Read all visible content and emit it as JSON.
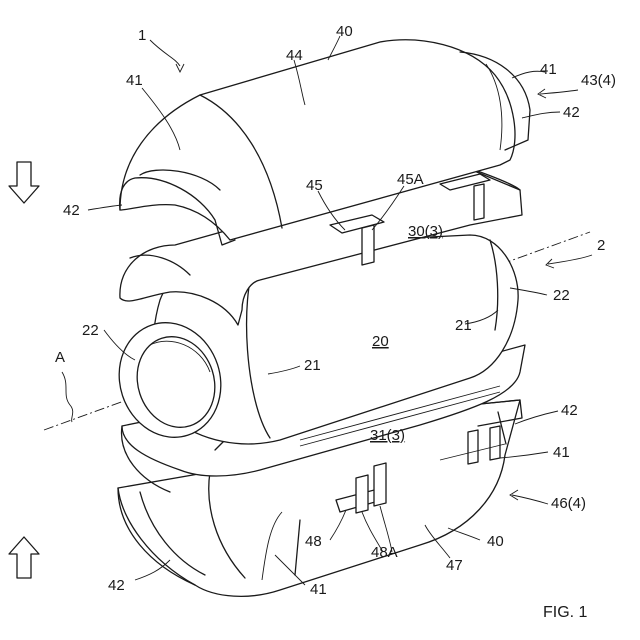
{
  "figure": {
    "caption": "FIG. 1",
    "labels": {
      "assembly": "1",
      "sensor_device": "2",
      "main_body": "20",
      "tube_end": "21",
      "opening": "22",
      "outer_part": "40",
      "end_portion": "41",
      "cutout": "42",
      "upper_cover": "43(4)",
      "upper_surface": "44",
      "upper_tab": "45",
      "upper_hook": "45A",
      "lower_cover": "46(4)",
      "lower_surface": "47",
      "lower_tab": "48",
      "lower_hook": "48A",
      "upper_holder": "30(3)",
      "lower_holder": "31(3)",
      "axis": "A"
    }
  }
}
